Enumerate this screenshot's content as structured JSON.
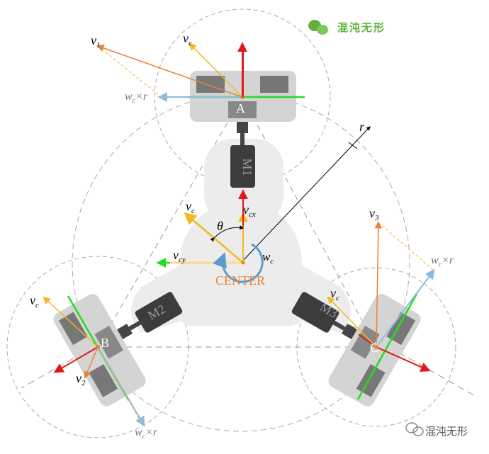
{
  "labels": {
    "v1": "v",
    "v1_sub": "1",
    "v2": "v",
    "v2_sub": "2",
    "v3": "v",
    "v3_sub": "3",
    "vc": "v",
    "vc_sub": "c",
    "vcx_sub": "cx",
    "vcy_sub": "cy",
    "wc": "w",
    "wc_sub": "c",
    "wcr": "×r",
    "r": "r",
    "theta": "θ",
    "center": "CENTER",
    "wheel_a": "A",
    "wheel_b": "B",
    "wheel_c": "C",
    "motor_1": "M1",
    "motor_2": "M2",
    "motor_3": "M3"
  },
  "watermark": {
    "top": "混沌无形",
    "bottom": "混沌无形"
  },
  "colors": {
    "orange": "#e8823a",
    "yellow": "#f5b820",
    "red": "#e01818",
    "green": "#22dd22",
    "blue_light": "#8cbbe0",
    "blue_arc": "#5a9bd0",
    "center_text": "#e8823a",
    "watermark_green": "#5fb13a"
  }
}
